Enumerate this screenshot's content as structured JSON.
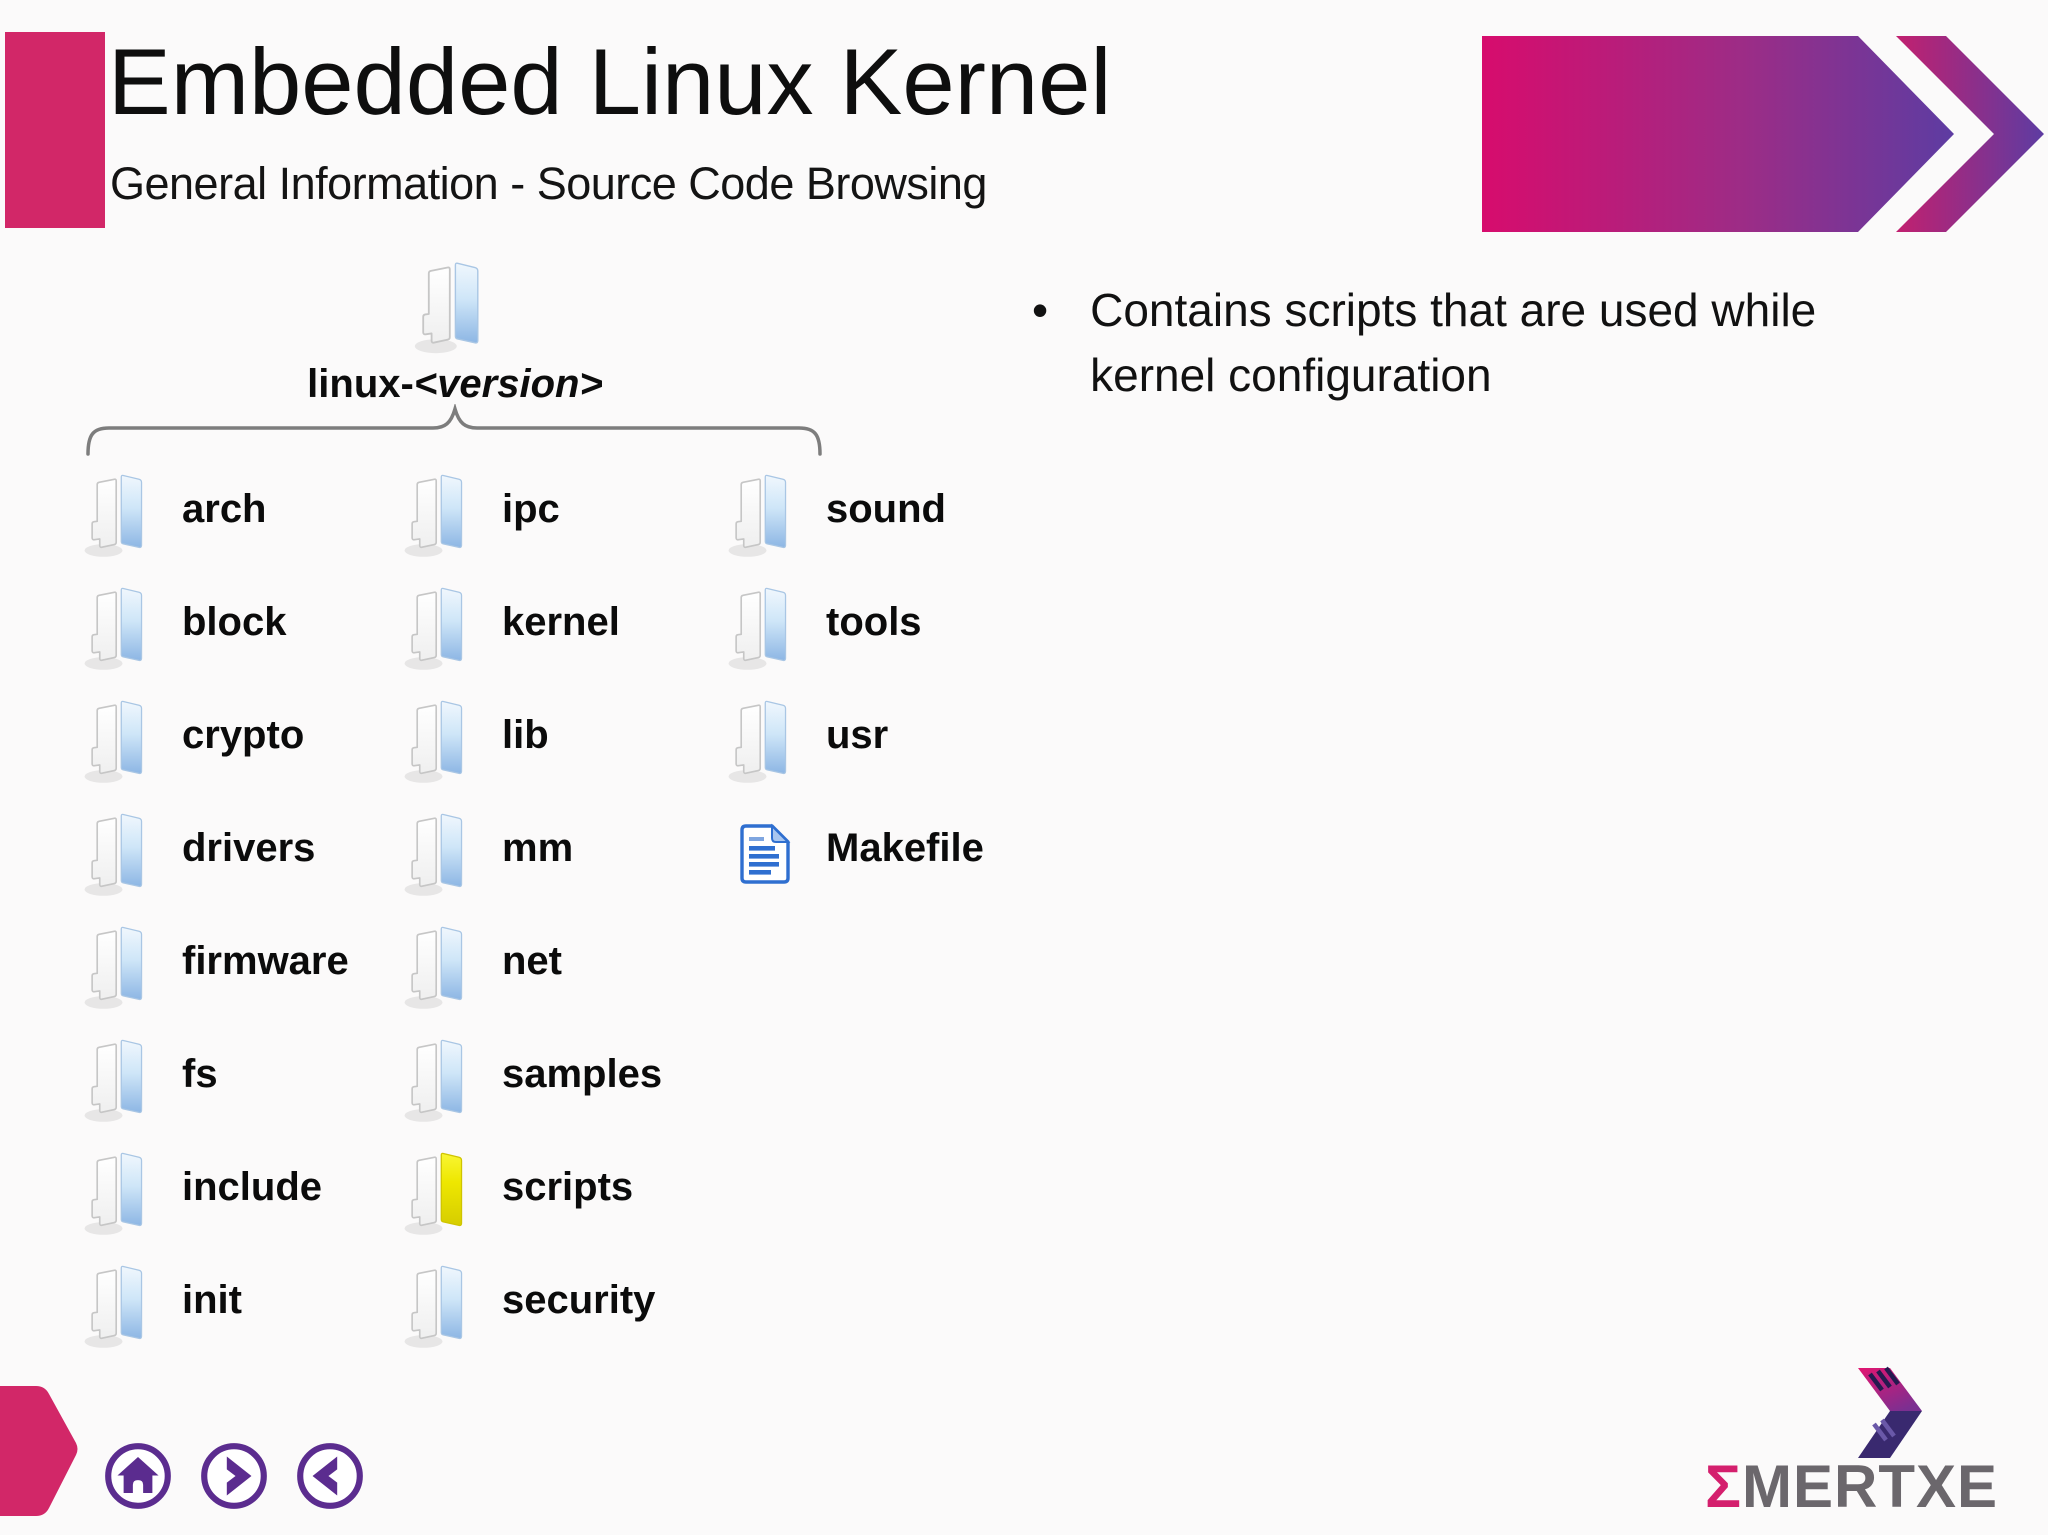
{
  "slide": {
    "title": "Embedded Linux Kernel",
    "subtitle": "General Information - Source Code Browsing"
  },
  "bullet": {
    "marker": "•",
    "text": "Contains scripts that are used while kernel configuration"
  },
  "tree": {
    "root": {
      "prefix": "linux-",
      "version_italic": "<version>"
    },
    "columns": [
      {
        "items": [
          {
            "label": "arch",
            "icon": "folder"
          },
          {
            "label": "block",
            "icon": "folder"
          },
          {
            "label": "crypto",
            "icon": "folder"
          },
          {
            "label": "drivers",
            "icon": "folder"
          },
          {
            "label": "firmware",
            "icon": "folder"
          },
          {
            "label": "fs",
            "icon": "folder"
          },
          {
            "label": "include",
            "icon": "folder"
          },
          {
            "label": "init",
            "icon": "folder"
          }
        ]
      },
      {
        "items": [
          {
            "label": "ipc",
            "icon": "folder"
          },
          {
            "label": "kernel",
            "icon": "folder"
          },
          {
            "label": "lib",
            "icon": "folder"
          },
          {
            "label": "mm",
            "icon": "folder"
          },
          {
            "label": "net",
            "icon": "folder"
          },
          {
            "label": "samples",
            "icon": "folder"
          },
          {
            "label": "scripts",
            "icon": "folder-highlighted-yellow"
          },
          {
            "label": "security",
            "icon": "folder"
          }
        ]
      },
      {
        "items": [
          {
            "label": "sound",
            "icon": "folder"
          },
          {
            "label": "tools",
            "icon": "folder"
          },
          {
            "label": "usr",
            "icon": "folder"
          },
          {
            "label": "Makefile",
            "icon": "document"
          }
        ]
      }
    ]
  },
  "nav": {
    "home": "home",
    "next": "next",
    "previous": "previous"
  },
  "logo": {
    "sigma": "Σ",
    "text": "MERTXE"
  },
  "colors": {
    "accent_pink": "#d22768",
    "banner_gradient_start": "#d70c6d",
    "banner_gradient_end": "#5d3ca2",
    "nav_purple": "#5b2c8f",
    "folder_blue": "#8db6e4",
    "highlight_yellow": "#e8df00",
    "makefile_blue": "#2f6fd0",
    "logo_gray": "#6b676c",
    "logo_pink": "#d41f6d"
  }
}
